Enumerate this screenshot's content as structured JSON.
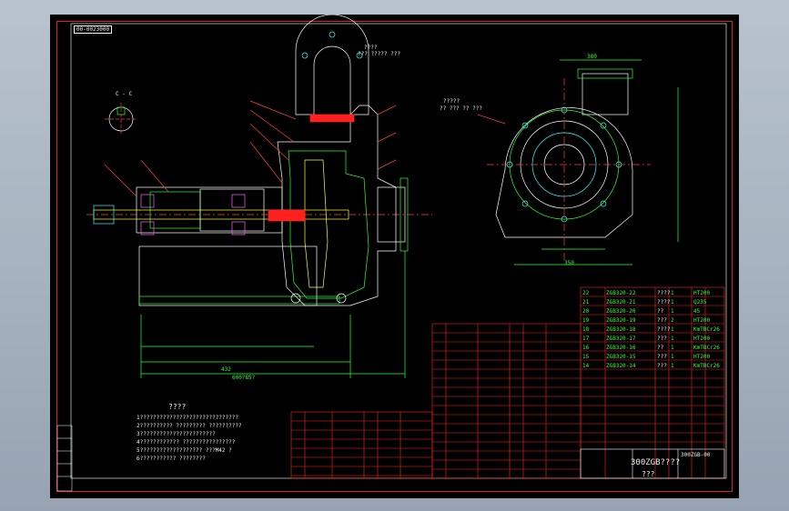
{
  "drawing": {
    "corner_tag": "00-0023000",
    "section_label": "C - C",
    "top_note": "????",
    "top_note_2": "??? ????? ???",
    "right_note": "?????",
    "right_note_2": "?? ??? ?? ???",
    "tech_title": "????",
    "tech_lines": [
      "1??????????????????????????????",
      "2?????????? ????????? ??????????",
      "3???????????????????????",
      "4???????????? ????????????????",
      "5??????????????????? ???M42    ?",
      "6???????????    ????????"
    ],
    "dim_bottom_1": "432",
    "dim_bottom_2": "600?85?",
    "dim_right_1": "350",
    "dim_right_2": "380",
    "title_block_name": "300ZGB????",
    "title_block_code": "300ZGB-00",
    "title_block_sub": "???"
  },
  "parts_table_rows": [
    [
      "22",
      "ZGB320-22",
      "????",
      "1",
      "HT200"
    ],
    [
      "21",
      "ZGB320-21",
      "????",
      "1",
      "Q235"
    ],
    [
      "20",
      "ZGB320-20",
      "??",
      "1",
      "45"
    ],
    [
      "19",
      "ZGB320-19",
      "???",
      "2",
      "HT200"
    ],
    [
      "18",
      "ZGB320-18",
      "????",
      "1",
      "KmTBCr26"
    ],
    [
      "17",
      "ZGB320-17",
      "???",
      "1",
      "HT200"
    ],
    [
      "16",
      "ZGB320-16",
      "??",
      "1",
      "KmTBCr26"
    ],
    [
      "15",
      "ZGB320-15",
      "???",
      "1",
      "HT200"
    ],
    [
      "14",
      "ZGB320-14",
      "???",
      "1",
      "KmTBCr26"
    ]
  ]
}
